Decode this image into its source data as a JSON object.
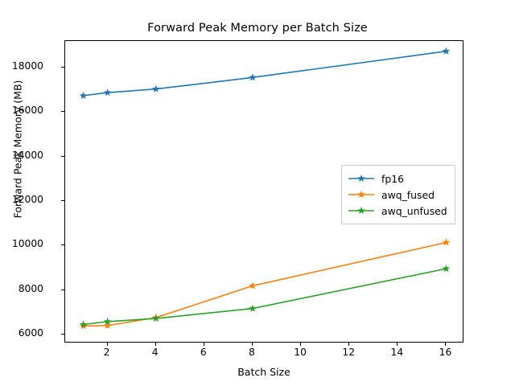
{
  "chart_data": {
    "type": "line",
    "title": "Forward Peak Memory per Batch Size",
    "xlabel": "Batch Size",
    "ylabel": "Forward Peak Memory (MB)",
    "x": [
      1,
      2,
      4,
      8,
      16
    ],
    "xlim": [
      0.25,
      16.75
    ],
    "ylim": [
      5600,
      19200
    ],
    "xticks": [
      2,
      4,
      6,
      8,
      10,
      12,
      14,
      16
    ],
    "xtick_labels": [
      "2",
      "4",
      "6",
      "8",
      "10",
      "12",
      "14",
      "16"
    ],
    "yticks": [
      6000,
      8000,
      10000,
      12000,
      14000,
      16000,
      18000
    ],
    "ytick_labels": [
      "6000",
      "8000",
      "10000",
      "12000",
      "14000",
      "16000",
      "18000"
    ],
    "grid": false,
    "legend_position": "center right",
    "marker": "star",
    "series": [
      {
        "name": "fp16",
        "color": "#1f77b4",
        "values": [
          16740,
          16880,
          17040,
          17560,
          18740
        ]
      },
      {
        "name": "awq_fused",
        "color": "#ff7f0e",
        "values": [
          6380,
          6400,
          6760,
          8190,
          10140
        ]
      },
      {
        "name": "awq_unfused",
        "color": "#2ca02c",
        "values": [
          6450,
          6580,
          6720,
          7170,
          8960
        ]
      }
    ]
  }
}
